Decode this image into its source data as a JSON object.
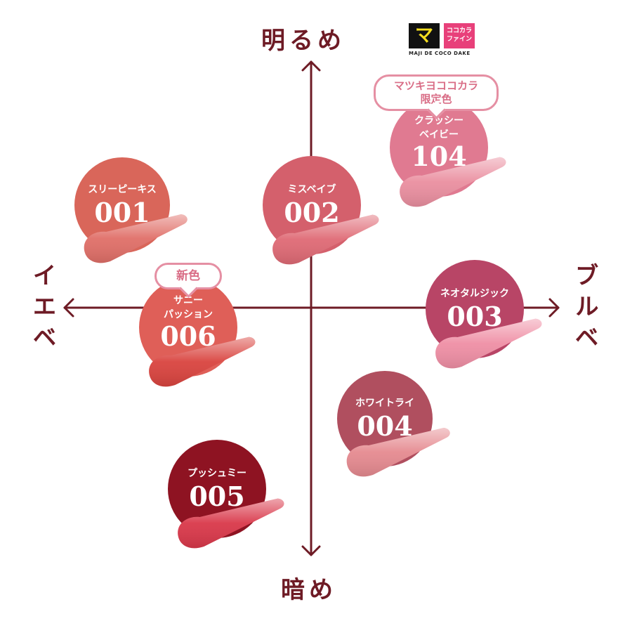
{
  "axes": {
    "top": "明るめ",
    "bottom": "暗め",
    "left": "イエベ",
    "right": "ブルベ"
  },
  "logo": {
    "mark": "マ",
    "brand_right": "ココカラファイン",
    "tagline": "MAJI DE COCO DAKE",
    "mark_color": "#f3dd20",
    "right_color": "#e8407a"
  },
  "badges": {
    "limited": [
      "マツキヨココカラ",
      "限定色"
    ],
    "new": "新色"
  },
  "swatches": [
    {
      "code": "001",
      "name": [
        "スリーピーキス"
      ],
      "color": "#d9665a",
      "gloss": "#e06f68"
    },
    {
      "code": "002",
      "name": [
        "ミスベイブ"
      ],
      "color": "#d4606c",
      "gloss": "#df6a75"
    },
    {
      "code": "104",
      "name": [
        "クラッシー",
        "ベイビー"
      ],
      "color": "#e07a91",
      "gloss": "#ea8fa0"
    },
    {
      "code": "006",
      "name": [
        "サニー",
        "パッション"
      ],
      "color": "#df5f58",
      "gloss": "#d9443f"
    },
    {
      "code": "003",
      "name": [
        "ネオタルジック"
      ],
      "color": "#b84566",
      "gloss": "#ef8fa5"
    },
    {
      "code": "004",
      "name": [
        "ホワイトライ"
      ],
      "color": "#b04f5f",
      "gloss": "#e58a90"
    },
    {
      "code": "005",
      "name": [
        "プッシュミー"
      ],
      "color": "#8e1322",
      "gloss": "#d9384a"
    }
  ]
}
